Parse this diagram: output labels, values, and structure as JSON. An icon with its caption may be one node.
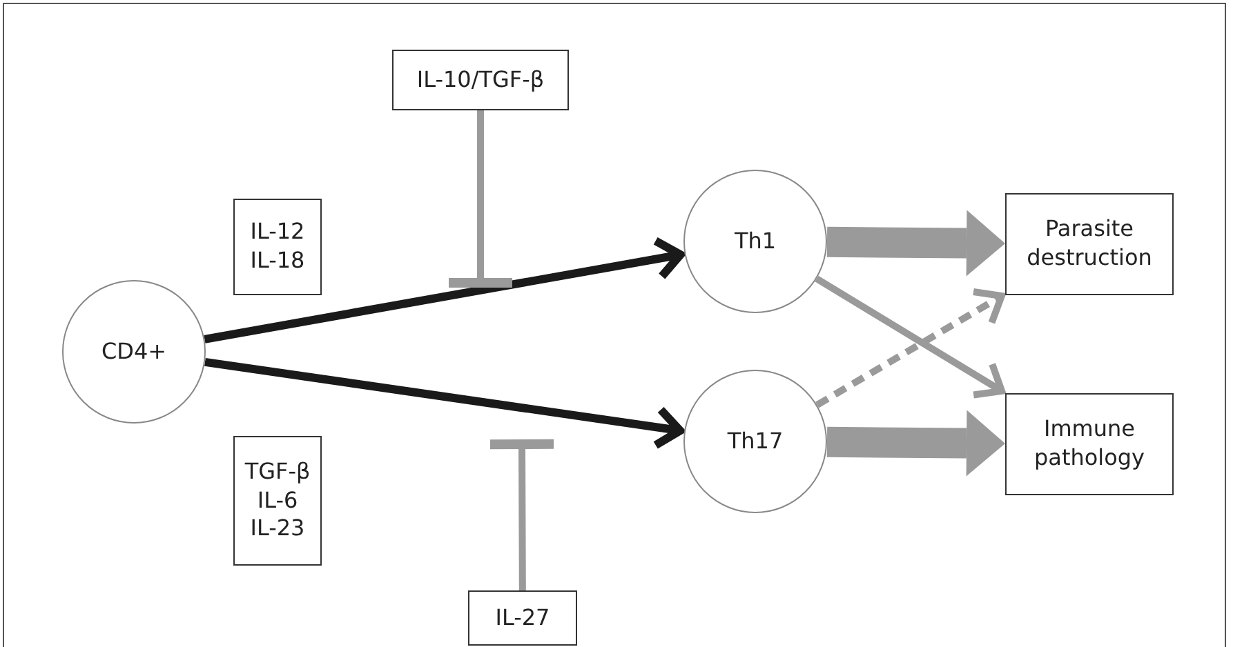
{
  "diagram": {
    "nodes": [
      {
        "text": [
          "CD4+"
        ]
      },
      {
        "text": [
          "IL-12 IL-18"
        ]
      },
      {
        "text": [
          "TGF-β IL-6 IL-23"
        ]
      },
      {
        "text": [
          "IL-10/TGF-β"
        ]
      },
      {
        "text": [
          "IL-27"
        ]
      },
      {
        "text": [
          "Th1"
        ]
      },
      {
        "text": [
          "Th17"
        ]
      },
      {
        "text": [
          "Parasite destruction"
        ]
      },
      {
        "text": [
          "Immune pathology"
        ]
      }
    ],
    "edges": [
      {
        "from": 0,
        "to": 5,
        "arrow": "to",
        "color": "#1a1a1a"
      },
      {
        "from": 0,
        "to": 6,
        "arrow": "to",
        "color": "#1a1a1a"
      },
      {
        "from": 3,
        "to": null,
        "arrow": "other",
        "color": "#9a9a9a"
      },
      {
        "from": 4,
        "to": null,
        "arrow": "other",
        "color": "#9a9a9a"
      },
      {
        "from": 5,
        "to": 7,
        "arrow": "to",
        "style": "thick",
        "color": "#9a9a9a"
      },
      {
        "from": 6,
        "to": 8,
        "arrow": "to",
        "style": "thick",
        "color": "#9a9a9a"
      },
      {
        "from": 5,
        "to": 8,
        "arrow": "to",
        "color": "#9a9a9a"
      },
      {
        "from": 6,
        "to": 7,
        "arrow": "to",
        "style": "dashed",
        "color": "#9a9a9a"
      }
    ]
  }
}
